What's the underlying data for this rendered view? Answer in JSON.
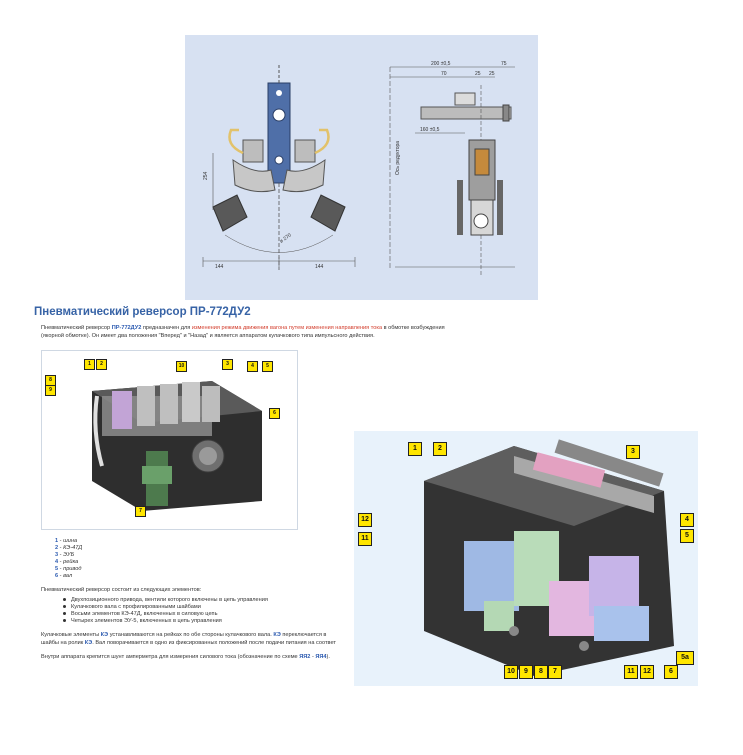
{
  "drawing": {
    "dim_200": "200 ±0,5",
    "dim_75": "75",
    "dim_70": "70",
    "dim_25a": "25",
    "dim_25b": "25",
    "dim_160": "160 ±0,5",
    "dim_254": "254",
    "dim_r270": "⌀ 270",
    "dim_144a": "144",
    "dim_144b": "144",
    "axis_label": "Ось редуктора"
  },
  "heading": "Пневматический реверсор ПР-772ДУ2",
  "intro": {
    "p1": "Пневматический реверсор ",
    "model": "ПР-772ДУ2",
    "p2": " предназначен для ",
    "purpose": "изменения режима движения вагона путем изменения направления тока",
    "p3": " в обмотке возбуждения",
    "line2": "(якорной обмотке). Он имеет два положения \"Вперед\" и \"Назад\" и является аппаратом кулачкового типа импульсного действия."
  },
  "left_callouts": [
    "1",
    "2",
    "10",
    "3",
    "4",
    "5",
    "6",
    "7",
    "8",
    "9"
  ],
  "legend": [
    {
      "num": "1",
      "txt": "шина"
    },
    {
      "num": "2",
      "txt": "КЭ-47Д"
    },
    {
      "num": "3",
      "txt": "ЭУБ"
    },
    {
      "num": "4",
      "txt": "рейка"
    },
    {
      "num": "5",
      "txt": "привод"
    },
    {
      "num": "6",
      "txt": "вал"
    }
  ],
  "composition_title": "Пневматический реверсор состоит из следующих элементов:",
  "composition": [
    "Двухпозиционного привода, вентили которого включены в цепь управления",
    "Кулачкового вала с профилированными шайбами",
    "Восьми элементов КЭ-47Д, включенных в силовую цепь",
    "Четырех элементов ЭУ-5, включенных в цепь управления"
  ],
  "para_cam": {
    "a": "Кулачковые элементы ",
    "ke": "КЭ",
    "b": " устанавливаются на рейках по обе стороны кулачкового вала. ",
    "ke2": "КЭ",
    "c": " переключается в",
    "line2a": "шайбы на ролик ",
    "ke3": "КЭ",
    "line2b": ". Вал поворачивается в одно из фиксированных положений после подачи питания на соответ"
  },
  "para_shunt": {
    "a": "Внутри аппарата крепится шунт амперметра для измерения силового тока (обозначение по схеме ",
    "ya2": "ЯЯ2",
    "sep": " - ",
    "ya4": "ЯЯ4",
    "b": ")."
  },
  "right_callouts": [
    "1",
    "2",
    "3",
    "12",
    "11",
    "4",
    "5",
    "10",
    "9",
    "8",
    "7",
    "11",
    "12",
    "5а",
    "6"
  ]
}
